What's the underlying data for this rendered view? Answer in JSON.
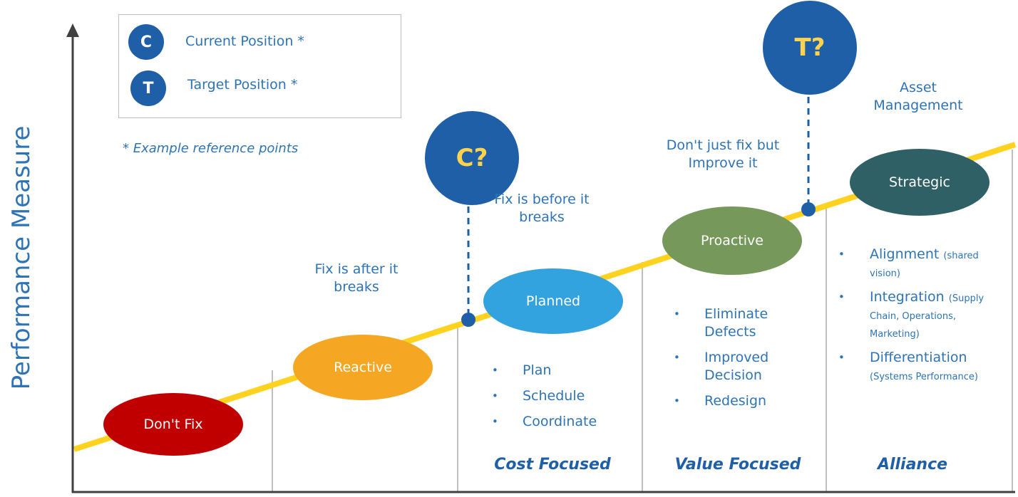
{
  "y_axis_label": "Performance Measure",
  "legend": {
    "items": [
      {
        "symbol": "C",
        "label": "Current Position *"
      },
      {
        "symbol": "T",
        "label": "Target Position *"
      }
    ],
    "note": "* Example reference points"
  },
  "maturity_levels": [
    {
      "label": "Don't Fix",
      "color": "#c00000"
    },
    {
      "label": "Reactive",
      "color": "#f5a623"
    },
    {
      "label": "Planned",
      "color": "#33a3e0"
    },
    {
      "label": "Proactive",
      "color": "#77985b"
    },
    {
      "label": "Strategic",
      "color": "#2f6066"
    }
  ],
  "captions": {
    "reactive": "Fix is after it breaks",
    "planned": "Fix is before it breaks",
    "proactive": "Don't just fix but Improve it",
    "strategic": "Asset Management"
  },
  "markers": {
    "current": "C?",
    "target": "T?"
  },
  "bullets": {
    "planned": [
      "Plan",
      "Schedule",
      "Coordinate"
    ],
    "proactive": [
      "Eliminate Defects",
      "Improved Decision",
      "Redesign"
    ],
    "strategic": [
      {
        "main": "Alignment",
        "note": "(shared vision)"
      },
      {
        "main": "Integration",
        "note": "(Supply Chain, Operations, Marketing)"
      },
      {
        "main": "Differentiation",
        "note": "(Systems Performance)"
      }
    ]
  },
  "stages": [
    "Cost Focused",
    "Value Focused",
    "Alliance"
  ],
  "colors": {
    "axis": "#404040",
    "trend_line": "#ffd21f",
    "divider": "#bfbfbf",
    "marker": "#1f5fa8",
    "text": "#2e74b5"
  }
}
